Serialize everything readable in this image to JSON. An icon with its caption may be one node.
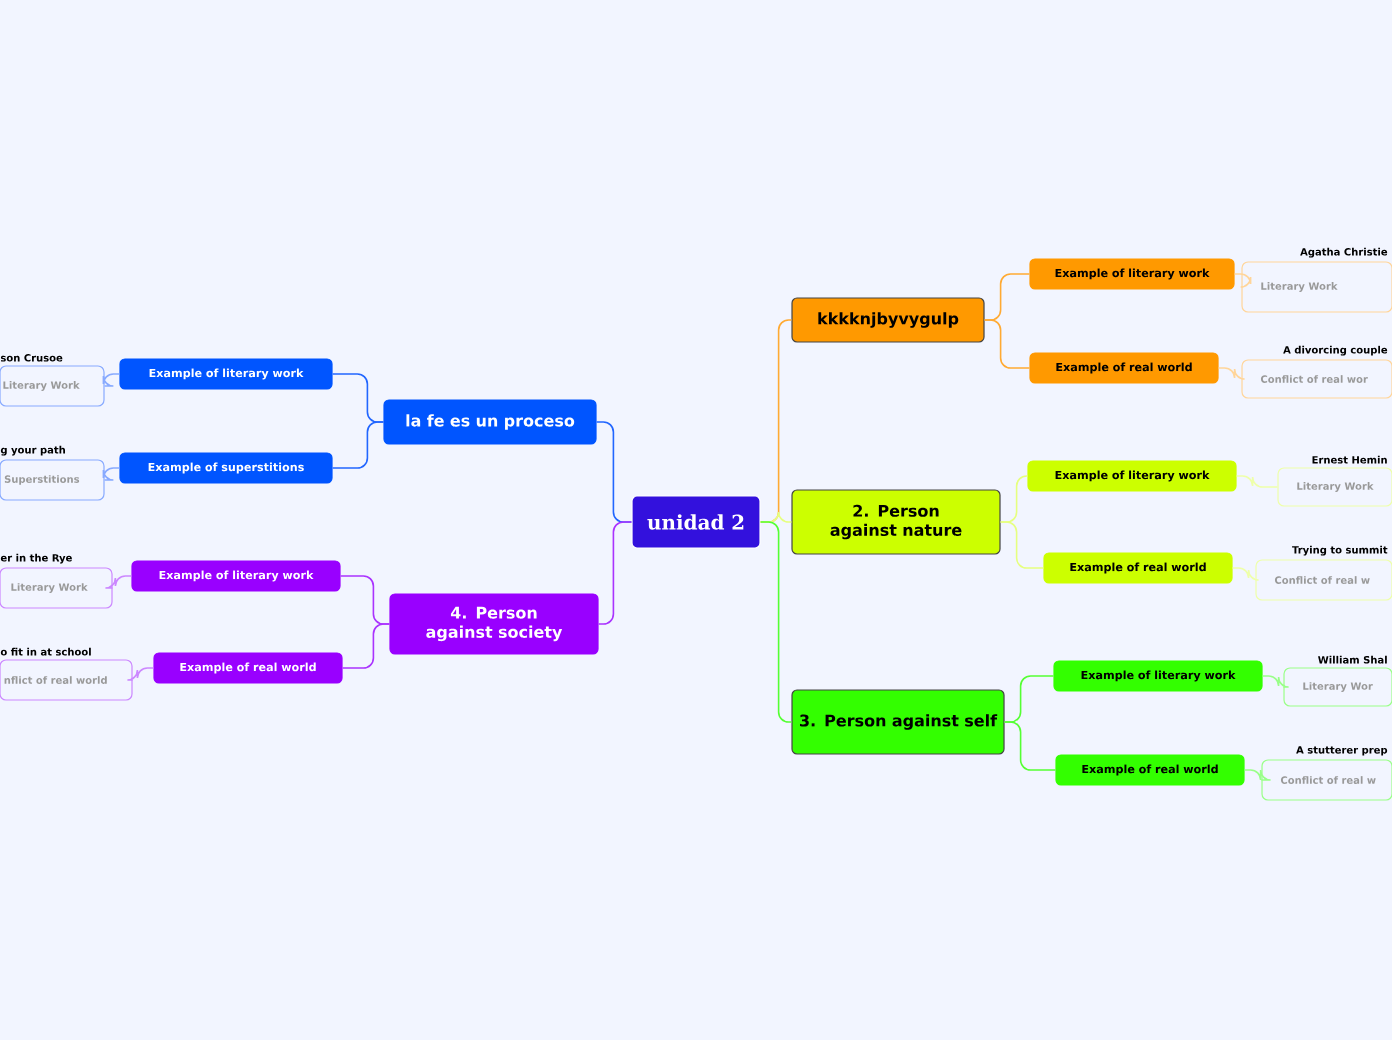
{
  "diagram": {
    "nodes": [
      {
        "text": [
          "unidad 2"
        ]
      },
      {
        "text": [
          "kkkknjbyvygulp"
        ]
      },
      {
        "text": [
          "Example of literary work"
        ]
      },
      {
        "text": [
          "Agatha Christie",
          "Literary Work"
        ]
      },
      {
        "text": [
          "Example of real world"
        ]
      },
      {
        "text": [
          "A divorcing couple",
          "Conflict of real wor"
        ]
      },
      {
        "text": [
          "2. Person against nature"
        ]
      },
      {
        "text": [
          "Example of literary work"
        ]
      },
      {
        "text": [
          "Ernest Hemin",
          "Literary Work"
        ]
      },
      {
        "text": [
          "Example of real world"
        ]
      },
      {
        "text": [
          "Trying to summit",
          "Conflict of real w"
        ]
      },
      {
        "text": [
          "3. Person against self"
        ]
      },
      {
        "text": [
          "Example of literary work"
        ]
      },
      {
        "text": [
          "William Shal",
          "Literary Wor"
        ]
      },
      {
        "text": [
          "Example of real world"
        ]
      },
      {
        "text": [
          "A stutterer prep",
          "Conflict of real w"
        ]
      },
      {
        "text": [
          "la fe es un proceso"
        ]
      },
      {
        "text": [
          "Example of literary work"
        ]
      },
      {
        "text": [
          "son Crusoe",
          "Literary Work"
        ]
      },
      {
        "text": [
          "Example of superstitions"
        ]
      },
      {
        "text": [
          "g your path",
          "Superstitions"
        ]
      },
      {
        "text": [
          "4. Person against society"
        ]
      },
      {
        "text": [
          "Example of literary work"
        ]
      },
      {
        "text": [
          "er in the Rye",
          "Literary Work"
        ]
      },
      {
        "text": [
          "Example of real world"
        ]
      },
      {
        "text": [
          "o fit in at school",
          "nflict of real world"
        ]
      }
    ],
    "edges": [
      {
        "from": 0,
        "to": 1,
        "arrow": "none",
        "color": "#ffaa33"
      },
      {
        "from": 1,
        "to": 2,
        "arrow": "none",
        "color": "#ffaa33"
      },
      {
        "from": 2,
        "to": 3,
        "arrow": "none",
        "color": "#ffd59a"
      },
      {
        "from": 1,
        "to": 4,
        "arrow": "none",
        "color": "#ffaa33"
      },
      {
        "from": 4,
        "to": 5,
        "arrow": "none",
        "color": "#ffd59a"
      },
      {
        "from": 0,
        "to": 6,
        "arrow": "none",
        "color": "#e6ff80"
      },
      {
        "from": 6,
        "to": 7,
        "arrow": "none",
        "color": "#e6ff80"
      },
      {
        "from": 7,
        "to": 8,
        "arrow": "none",
        "color": "#eeffaa"
      },
      {
        "from": 6,
        "to": 9,
        "arrow": "none",
        "color": "#e6ff80"
      },
      {
        "from": 9,
        "to": 10,
        "arrow": "none",
        "color": "#eeffaa"
      },
      {
        "from": 0,
        "to": 11,
        "arrow": "none",
        "color": "#55ff33"
      },
      {
        "from": 11,
        "to": 12,
        "arrow": "none",
        "color": "#55ff33"
      },
      {
        "from": 12,
        "to": 13,
        "arrow": "none",
        "color": "#99ff88"
      },
      {
        "from": 11,
        "to": 14,
        "arrow": "none",
        "color": "#55ff33"
      },
      {
        "from": 14,
        "to": 15,
        "arrow": "none",
        "color": "#99ff88"
      },
      {
        "from": 0,
        "to": 16,
        "arrow": "none",
        "color": "#2266ff"
      },
      {
        "from": 16,
        "to": 17,
        "arrow": "none",
        "color": "#2266ff"
      },
      {
        "from": 17,
        "to": 18,
        "arrow": "none",
        "color": "#88aaff"
      },
      {
        "from": 16,
        "to": 19,
        "arrow": "none",
        "color": "#2266ff"
      },
      {
        "from": 19,
        "to": 20,
        "arrow": "none",
        "color": "#88aaff"
      },
      {
        "from": 0,
        "to": 21,
        "arrow": "none",
        "color": "#aa33ff"
      },
      {
        "from": 21,
        "to": 22,
        "arrow": "none",
        "color": "#aa33ff"
      },
      {
        "from": 22,
        "to": 23,
        "arrow": "none",
        "color": "#cc88ff"
      },
      {
        "from": 21,
        "to": 24,
        "arrow": "none",
        "color": "#aa33ff"
      },
      {
        "from": 24,
        "to": 25,
        "arrow": "none",
        "color": "#cc88ff"
      }
    ]
  }
}
